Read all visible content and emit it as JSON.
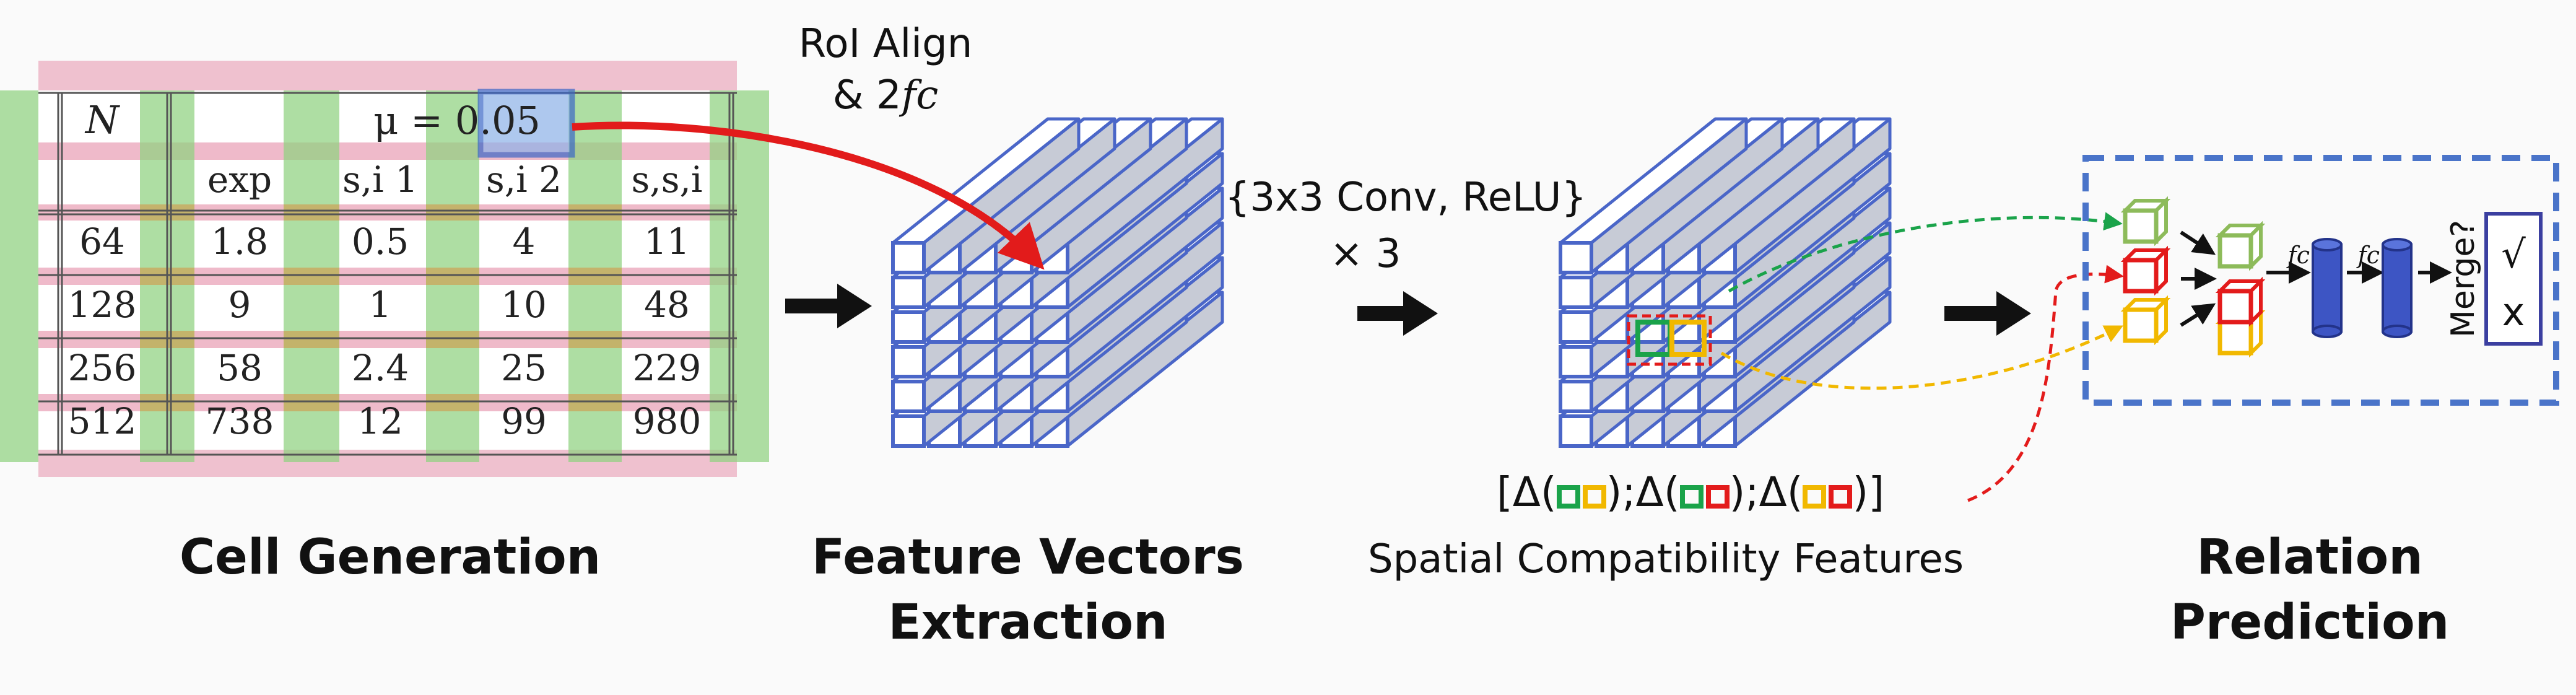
{
  "colors": {
    "box_blue": "#4a66c8",
    "arrow_red": "#e21b1b",
    "cell_green": "#8fd17f",
    "row_pink": "#eaa3b8",
    "highlight_blue": "#8db2e8",
    "green_cube": "#1aa34a",
    "red_cube": "#e31b1b",
    "yellow_cube": "#f1b800",
    "dashed_frame": "#4a74c9"
  },
  "table": {
    "header_row1": [
      "N",
      "",
      "μ = 0.05",
      "",
      ""
    ],
    "header_row2": [
      "",
      "exp",
      "s,i 1",
      "s,i 2",
      "s,s,i"
    ],
    "rows": [
      [
        "64",
        "1.8",
        "0.5",
        "4",
        "11"
      ],
      [
        "128",
        "9",
        "1",
        "10",
        "48"
      ],
      [
        "256",
        "58",
        "2.4",
        "25",
        "229"
      ],
      [
        "512",
        "738",
        "12",
        "99",
        "980"
      ]
    ]
  },
  "roi_label": {
    "line1": "RoI Align",
    "line2_prefix": "& 2",
    "line2_fc": "fc"
  },
  "conv_label": {
    "line1": "{3x3 Conv, ReLU}",
    "line2": "× 3"
  },
  "spatial_formula": {
    "open": "[Δ(",
    "sep1": ");",
    "delta2": "Δ(",
    "sep2": ");",
    "delta3": "Δ(",
    "close": ")]"
  },
  "spatial_label": "Spatial Compatibility Features",
  "relation": {
    "fc1": "fc",
    "fc2": "fc",
    "merge_label": "Merge?",
    "yes": "√",
    "no": "x"
  },
  "captions": {
    "cell_generation": "Cell Generation",
    "feature_line1": "Feature Vectors",
    "feature_line2": "Extraction",
    "relation_prediction": "Relation Prediction"
  }
}
